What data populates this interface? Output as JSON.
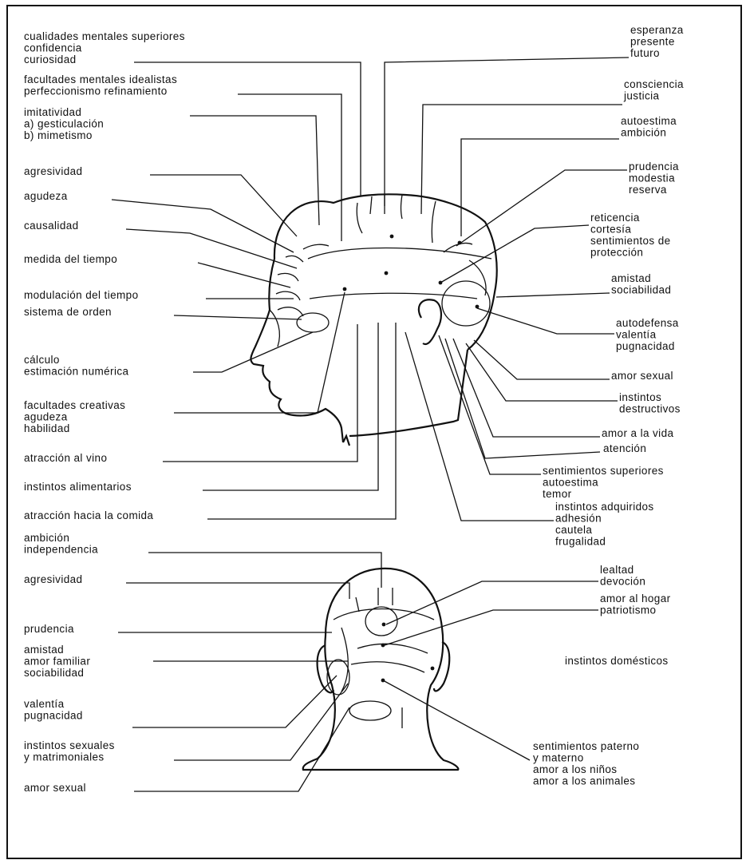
{
  "labels_left_top": [
    [
      "cualidades mentales superiores",
      "confidencia",
      "curiosidad"
    ],
    [
      "facultades mentales idealistas",
      "perfeccionismo refinamiento"
    ],
    [
      "imitatividad",
      "a) gesticulación",
      "b) mimetismo"
    ],
    [
      "agresividad"
    ],
    [
      "agudeza"
    ],
    [
      "causalidad"
    ],
    [
      "medida del tiempo"
    ],
    [
      "modulación del tiempo"
    ],
    [
      "sistema de orden"
    ],
    [
      "cálculo",
      "estimación numérica"
    ],
    [
      "facultades creativas",
      "agudeza",
      "habilidad"
    ],
    [
      "atracción al vino"
    ],
    [
      "instintos alimentarios"
    ],
    [
      "atracción hacia la comida"
    ]
  ],
  "labels_right_top": [
    [
      "esperanza",
      "presente",
      "futuro"
    ],
    [
      "consciencia",
      "justicia"
    ],
    [
      "autoestima",
      "ambición"
    ],
    [
      "prudencia",
      "modestia",
      "reserva"
    ],
    [
      "reticencia",
      "cortesía",
      "sentimientos de",
      "protección"
    ],
    [
      "amistad",
      "sociabilidad"
    ],
    [
      "autodefensa",
      "valentía",
      "pugnacidad"
    ],
    [
      "amor sexual"
    ],
    [
      "instintos",
      "destructivos"
    ],
    [
      "amor a la vida"
    ],
    [
      "atención"
    ],
    [
      "sentimientos superiores",
      "autoestima",
      "temor"
    ],
    [
      "instintos adquiridos",
      "adhesión",
      "cautela",
      "frugalidad"
    ]
  ],
  "labels_left_bottom": [
    [
      "ambición",
      "independencia"
    ],
    [
      "agresividad"
    ],
    [
      "prudencia"
    ],
    [
      "amistad",
      "amor familiar",
      "sociabilidad"
    ],
    [
      "valentía",
      "pugnacidad"
    ],
    [
      "instintos sexuales",
      "y matrimoniales"
    ],
    [
      "amor sexual"
    ]
  ],
  "labels_right_bottom": [
    [
      "lealtad",
      "devoción"
    ],
    [
      "amor al hogar",
      "patriotismo"
    ],
    [
      "instintos domésticos"
    ],
    [
      "sentimientos paterno",
      "y materno",
      "amor a los niños",
      "amor a los animales"
    ]
  ]
}
